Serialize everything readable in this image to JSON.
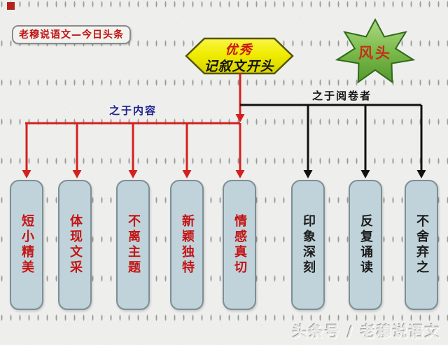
{
  "badge": {
    "label": "老穆说语文—今日头条"
  },
  "hexagon": {
    "line1": "优秀",
    "line2": "记叙文开头"
  },
  "star": {
    "label": "风头"
  },
  "branches": {
    "content": {
      "label": "之于内容",
      "color": "#cc1414",
      "label_color": "#20208e"
    },
    "reader": {
      "label": "之于阅卷者",
      "color": "#111111",
      "label_color": "#121212"
    }
  },
  "boxes": [
    {
      "text": "短小精美",
      "group": "content",
      "text_color": "#c41414"
    },
    {
      "text": "体现文采",
      "group": "content",
      "text_color": "#c41414"
    },
    {
      "text": "不离主题",
      "group": "content",
      "text_color": "#c41414"
    },
    {
      "text": "新颖独特",
      "group": "content",
      "text_color": "#c41414"
    },
    {
      "text": "情感真切",
      "group": "content",
      "text_color": "#c41414"
    },
    {
      "text": "印象深刻",
      "group": "reader",
      "text_color": "#1d1d1d"
    },
    {
      "text": "反复诵读",
      "group": "reader",
      "text_color": "#1d1d1d"
    },
    {
      "text": "不舍弃之",
      "group": "reader",
      "text_color": "#1d1d1d"
    }
  ],
  "watermark": {
    "text": "头条号 / 老穆说语文"
  },
  "colors": {
    "background": "#eeefec",
    "hexagon_fill": "#f2ee00",
    "hexagon_border": "#55550a",
    "star_fill": "#79b94a",
    "star_border": "#2f6b1c",
    "box_fill": "#c0d3da",
    "box_border": "#7d8f96",
    "red_line": "#d42020",
    "black_line": "#111111"
  }
}
